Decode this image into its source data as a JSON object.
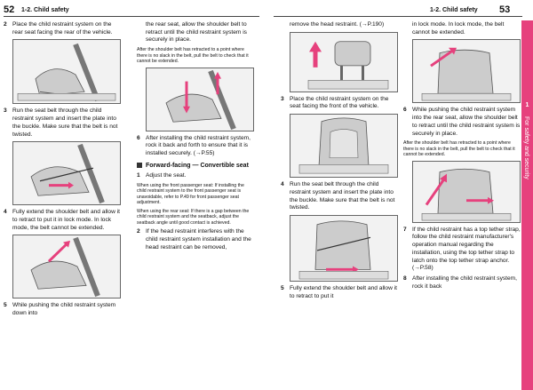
{
  "header": {
    "left_page": "52",
    "left_section": "1-2. Child safety",
    "right_page": "53",
    "right_section": "1-2. Child safety"
  },
  "sidebar": {
    "chapter": "1",
    "title": "For safety and security"
  },
  "col1": {
    "s2_num": "2",
    "s2_text": "Place the child restraint system on the rear seat facing the rear of the vehicle.",
    "s3_num": "3",
    "s3_text": "Run the seat belt through the child restraint system and insert the plate into the buckle. Make sure that the belt is not twisted.",
    "s4_num": "4",
    "s4_text": "Fully extend the shoulder belt and allow it to retract to put it in lock mode. In lock mode, the belt cannot be extended.",
    "s5_num": "5",
    "s5_text": "While pushing the child restraint system down into"
  },
  "col2": {
    "cont_text": "the rear seat, allow the shoulder belt to retract until the child restraint system is securely in place.",
    "note1": "After the shoulder belt has retracted to a point where there is no slack in the belt, pull the belt to check that it cannot be extended.",
    "s6_num": "6",
    "s6_text": "After installing the child restraint system, rock it back and forth to ensure that it is installed securely. (→P.55)",
    "subhead": "Forward-facing — Convertible seat",
    "s1_num": "1",
    "s1_text": "Adjust the seat.",
    "note2": "When using the front passenger seat: If installing the child restraint system to the front passenger seat is unavoidable, refer to P.49 for front passenger seat adjustment.",
    "note3": "When using the rear seat: If there is a gap between the child restraint system and the seatback, adjust the seatback angle until good contact is achieved.",
    "s2_num": "2",
    "s2_text": "If the head restraint interferes with the child restraint system installation and the head restraint can be removed,"
  },
  "col3": {
    "cont_text": "remove the head restraint. (→P.190)",
    "s3_num": "3",
    "s3_text": "Place the child restraint system on the seat facing the front of the vehicle.",
    "s4_num": "4",
    "s4_text": "Run the seat belt through the child restraint system and insert the plate into the buckle. Make sure that the belt is not twisted.",
    "s5_num": "5",
    "s5_text": "Fully extend the shoulder belt and allow it to retract to put it"
  },
  "col4": {
    "cont_text": "in lock mode. In lock mode, the belt cannot be extended.",
    "s6_num": "6",
    "s6_text": "While pushing the child restraint system into the rear seat, allow the shoulder belt to retract until the child restraint system is securely in place.",
    "note1": "After the shoulder belt has retracted to a point where there is no slack in the belt, pull the belt to check that it cannot be extended.",
    "s7_num": "7",
    "s7_text": "If the child restraint has a top tether strap, follow the child restraint manufacturer's operation manual regarding the installation, using the top tether strap to latch onto the top tether strap anchor. (→P.58)",
    "s8_num": "8",
    "s8_text": "After installing the child restraint system, rock it back"
  },
  "colors": {
    "accent": "#e6417d",
    "arrow": "#e6417d"
  }
}
